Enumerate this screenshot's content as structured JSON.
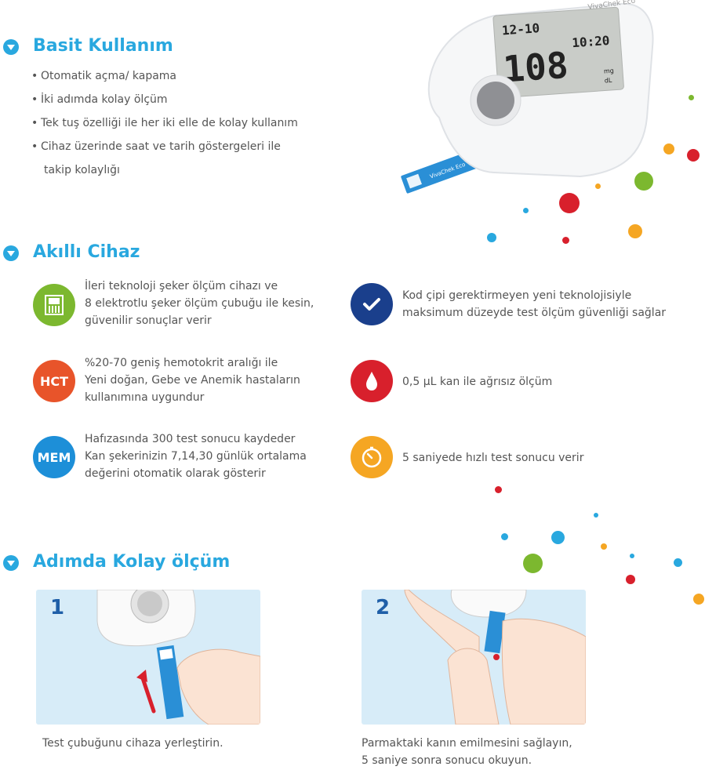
{
  "sections": {
    "basic": {
      "title": "Basit Kullanım",
      "bullets": [
        "Otomatik açma/ kapama",
        "İki adımda kolay ölçüm",
        "Tek tuş özelliği ile her iki elle de kolay kullanım",
        "Cihaz üzerinde saat ve tarih göstergeleri ile",
        "takip kolaylığı"
      ]
    },
    "smart": {
      "title": "Akıllı Cihaz",
      "left": [
        {
          "icon": "test-strip-icon",
          "color": "#7cb82f",
          "label": "",
          "lines": [
            "İleri teknoloji şeker ölçüm cihazı ve",
            "8 elektrotlu şeker ölçüm çubuğu ile kesin,",
            "güvenilir sonuçlar verir"
          ]
        },
        {
          "icon": "hct-icon",
          "color": "#e8542a",
          "label": "HCT",
          "lines": [
            "%20-70 geniş hemotokrit aralığı ile",
            "Yeni doğan, Gebe ve Anemik hastaların",
            "kullanımına uygundur"
          ]
        },
        {
          "icon": "mem-icon",
          "color": "#1d8fd8",
          "label": "MEM",
          "lines": [
            "Hafızasında 300 test sonucu kaydeder",
            "Kan şekerinizin 7,14,30 günlük ortalama",
            "değerini otomatik olarak gösterir"
          ]
        }
      ],
      "right": [
        {
          "icon": "checkmark-icon",
          "color": "#1a3f8c",
          "lines": [
            "Kod çipi gerektirmeyen yeni teknolojisiyle",
            "maksimum düzeyde test ölçüm güvenliği sağlar"
          ]
        },
        {
          "icon": "blood-drop-icon",
          "color": "#d8202c",
          "lines": [
            "0,5 µL kan ile ağrısız ölçüm"
          ]
        },
        {
          "icon": "timer-icon",
          "color": "#f5a623",
          "lines": [
            "5 saniyede hızlı test sonucu verir"
          ]
        }
      ]
    },
    "steps": {
      "title": "Adımda Kolay ölçüm",
      "items": [
        {
          "number": "1",
          "caption": [
            "Test çubuğunu cihaza yerleştirin."
          ]
        },
        {
          "number": "2",
          "caption": [
            "Parmaktaki kanın emilmesini sağlayın,",
            "5 saniye sonra sonucu okuyun."
          ]
        }
      ]
    }
  },
  "device": {
    "brand": "VivaChek Eco",
    "date": "12-10",
    "time": "10:20",
    "reading": "108",
    "unit_top": "mg",
    "unit_bottom": "dL",
    "strip_label": "VivaChek Eco"
  },
  "colors": {
    "accent": "#29a8df",
    "text": "#555555",
    "panel": "#d7ecf8",
    "step_number": "#1f5fa8"
  }
}
